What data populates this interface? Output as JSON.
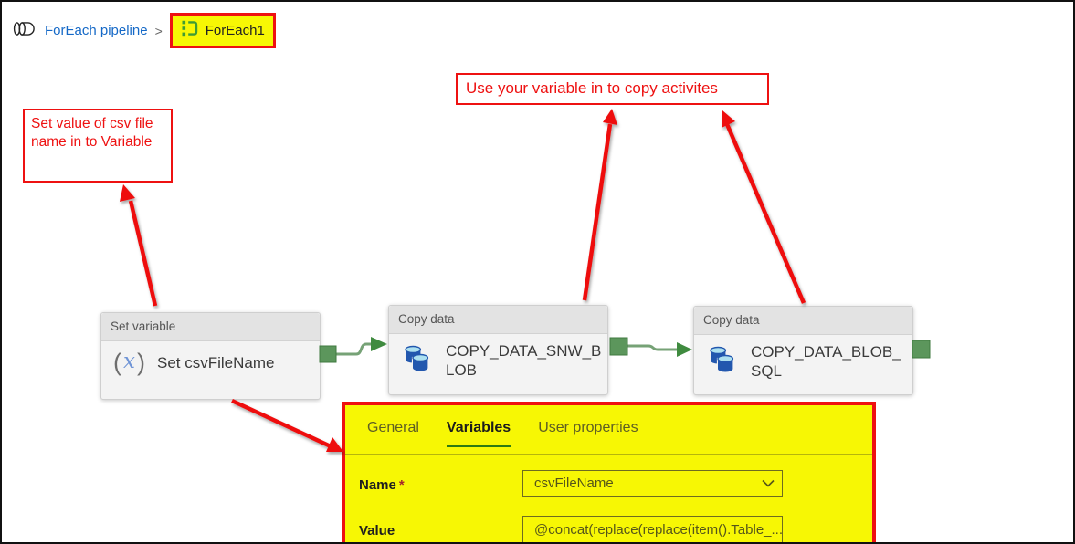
{
  "breadcrumb": {
    "pipeline_label": "ForEach pipeline",
    "separator": ">",
    "activity_label": "ForEach1"
  },
  "annotations": {
    "set_variable_note": "Set value of csv file name in to Variable",
    "copy_note": "Use your variable in to copy activites"
  },
  "nodes": {
    "set_variable": {
      "header": "Set variable",
      "name": "Set csvFileName",
      "icon_open": "(",
      "icon_x": "x",
      "icon_close": ")"
    },
    "copy_snw_blob": {
      "header": "Copy data",
      "name": "COPY_DATA_SNW_BLOB"
    },
    "copy_blob_sql": {
      "header": "Copy data",
      "name": "COPY_DATA_BLOB_SQL"
    }
  },
  "panel": {
    "tabs": [
      {
        "label": "General"
      },
      {
        "label": "Variables"
      },
      {
        "label": "User properties"
      }
    ],
    "active_tab": "Variables",
    "fields": {
      "name_label": "Name",
      "required_marker": "*",
      "name_value": "csvFileName",
      "value_label": "Value",
      "value_text": "@concat(replace(replace(item().Table_..."
    }
  },
  "colors": {
    "annotation_red": "#ee1111",
    "highlight_yellow": "#f7f704",
    "connector_green": "#4e8d4e",
    "link_blue": "#1569c7",
    "tab_underline_green": "#2e7a12"
  }
}
